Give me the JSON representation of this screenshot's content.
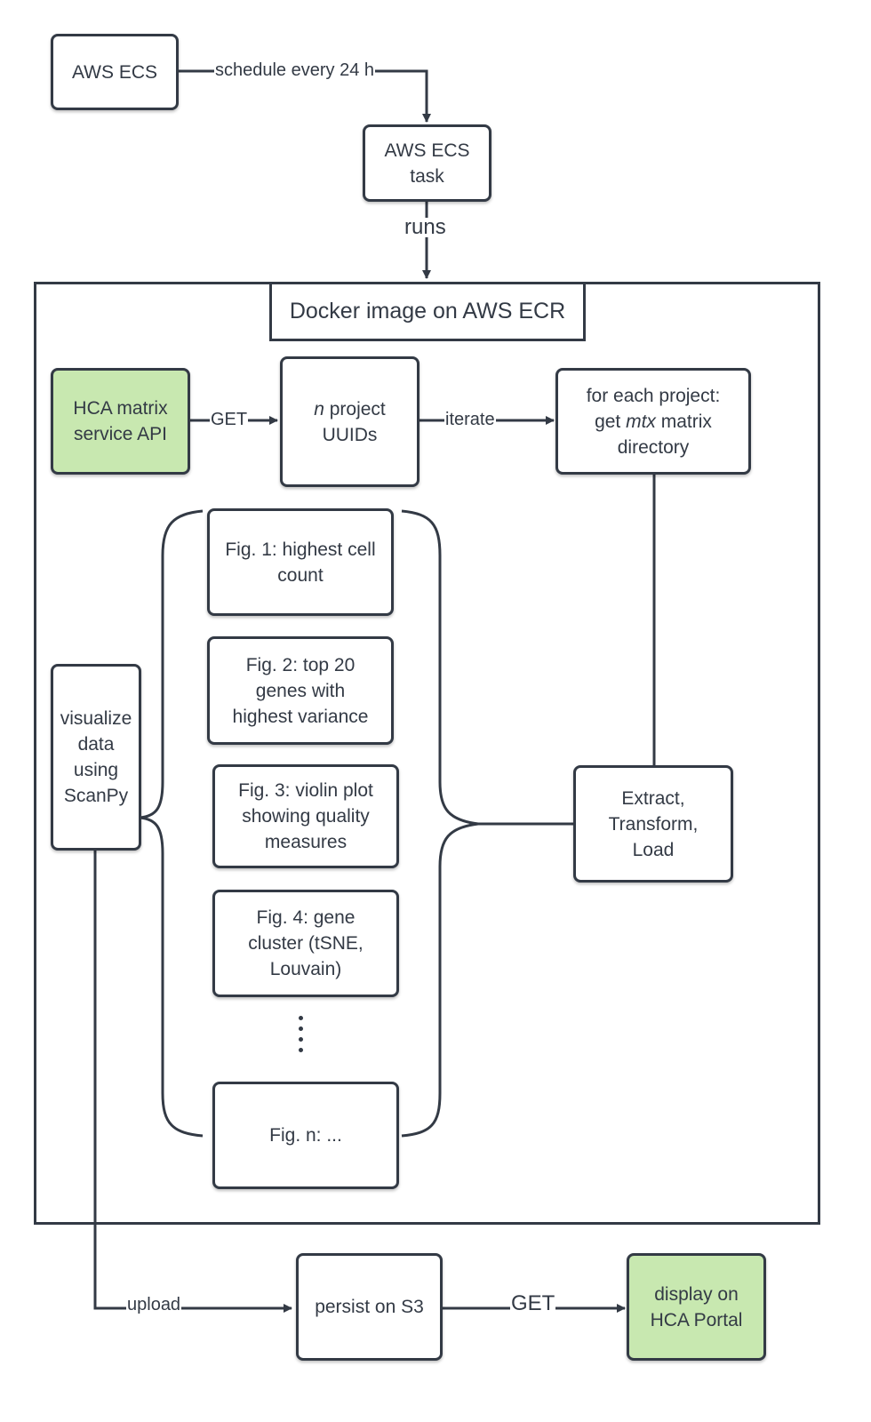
{
  "nodes": {
    "aws_ecs": "AWS ECS",
    "ecs_task": "AWS ECS\ntask",
    "ecr_title": "Docker image on AWS ECR",
    "hca_api": "HCA matrix\nservice API",
    "uuids_n": "n",
    "uuids_rest": " project\nUUIDs",
    "mtx_a": "for each project:\nget ",
    "mtx_em": "mtx",
    "mtx_b": " matrix\ndirectory",
    "etl": "Extract,\nTransform,\nLoad",
    "scanpy": "visualize\ndata\nusing\nScanPy",
    "fig1": "Fig. 1: highest cell\ncount",
    "fig2": "Fig. 2: top 20\ngenes with\nhighest variance",
    "fig3": "Fig. 3: violin plot\nshowing quality\nmeasures",
    "fig4": "Fig. 4: gene\ncluster (tSNE,\nLouvain)",
    "fign": "Fig. n: ...",
    "s3": "persist on S3",
    "portal": "display on\nHCA Portal"
  },
  "edges": {
    "schedule": "schedule every 24 h",
    "runs": "runs",
    "get1": "GET",
    "iterate": "iterate",
    "upload": "upload",
    "get2": "GET"
  },
  "colors": {
    "stroke": "#333a45",
    "green": "#c8e8b0"
  }
}
